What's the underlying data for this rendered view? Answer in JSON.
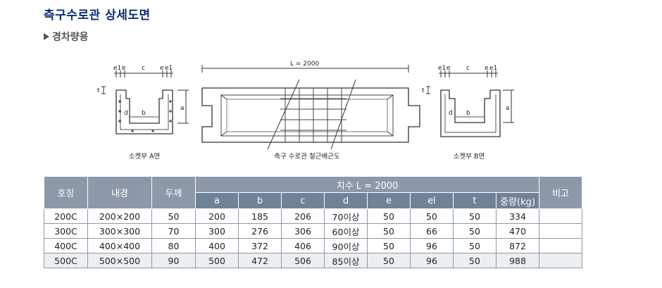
{
  "title": "측구수로관 상세도면",
  "subtitle": "경차량용",
  "drawing": {
    "left_caption": "소켓부 A면",
    "middle_caption": "측구 수로관 철근배근도",
    "right_caption": "소켓부 B면",
    "length_label": "L = 2000",
    "dim_labels": {
      "e1": "e1",
      "e": "e",
      "c": "c",
      "t": "t",
      "a": "a",
      "b": "b",
      "d": "d"
    }
  },
  "table": {
    "headers": {
      "name": "호칭",
      "inner": "내경",
      "thickness": "두께",
      "dims": "치수 L = 2000",
      "note": "비고"
    },
    "sub_headers": [
      "a",
      "b",
      "c",
      "d",
      "e",
      "el",
      "t",
      "중량(kg)"
    ],
    "rows": [
      [
        "200C",
        "200×200",
        "50",
        "200",
        "185",
        "206",
        "70이상",
        "50",
        "50",
        "50",
        "334",
        ""
      ],
      [
        "300C",
        "300×300",
        "70",
        "300",
        "276",
        "306",
        "60이상",
        "50",
        "66",
        "50",
        "470",
        ""
      ],
      [
        "400C",
        "400×400",
        "80",
        "400",
        "372",
        "406",
        "90이상",
        "50",
        "96",
        "50",
        "872",
        ""
      ],
      [
        "500C",
        "500×500",
        "90",
        "500",
        "472",
        "506",
        "85이상",
        "50",
        "96",
        "50",
        "988",
        ""
      ]
    ]
  }
}
